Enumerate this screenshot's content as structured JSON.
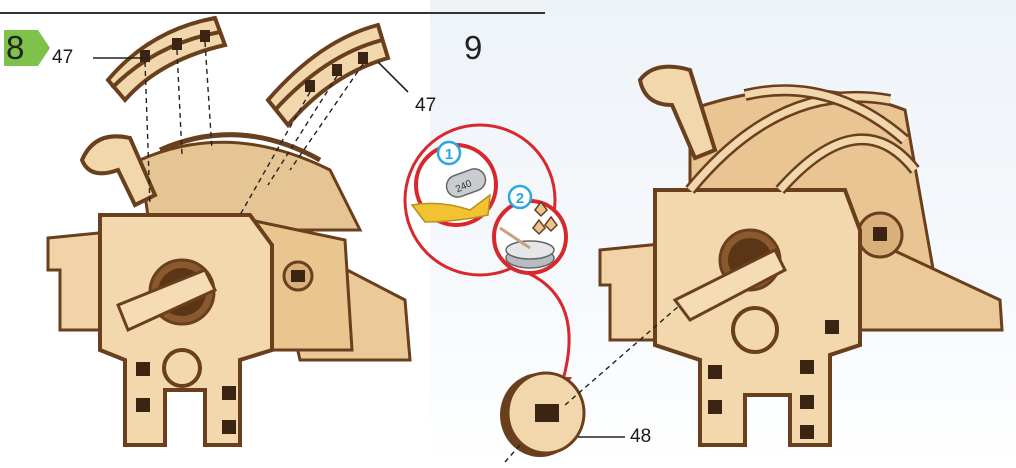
{
  "steps": {
    "step8": {
      "number": "8",
      "part_label_left": "47",
      "part_label_right": "47"
    },
    "step9": {
      "number": "9",
      "sub_step_1": "1",
      "sub_step_2": "2",
      "sandpaper_grit": "240",
      "part_label": "48"
    }
  },
  "colors": {
    "badge_green": "#7fc24a",
    "wood_light": "#f2d7ac",
    "wood_edge": "#6a3f1e",
    "callout_red": "#d9272e",
    "sub_step_blue": "#29a7e0"
  }
}
